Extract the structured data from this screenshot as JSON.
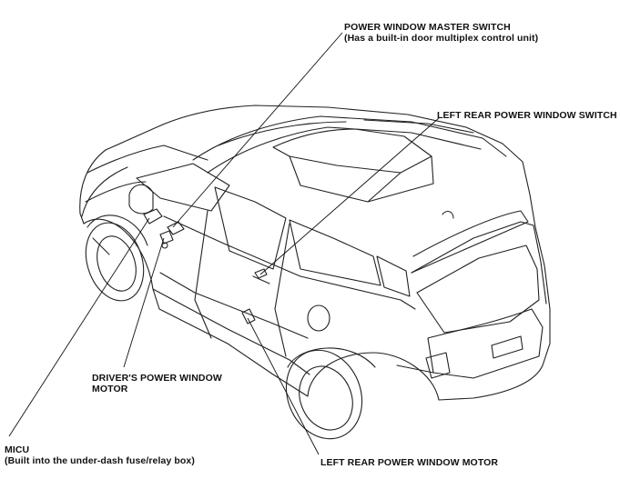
{
  "callouts": {
    "power_window_master_switch": {
      "line1": "POWER WINDOW MASTER SWITCH",
      "line2": "(Has a built-in door multiplex control unit)"
    },
    "left_rear_power_window_switch": {
      "line1": "LEFT REAR POWER WINDOW SWITCH"
    },
    "drivers_power_window_motor": {
      "line1": "DRIVER'S POWER WINDOW",
      "line2": "MOTOR"
    },
    "micu": {
      "line1": "MICU",
      "line2": "(Built into the under-dash fuse/relay box)"
    },
    "left_rear_power_window_motor": {
      "line1": "LEFT REAR POWER WINDOW MOTOR"
    }
  }
}
